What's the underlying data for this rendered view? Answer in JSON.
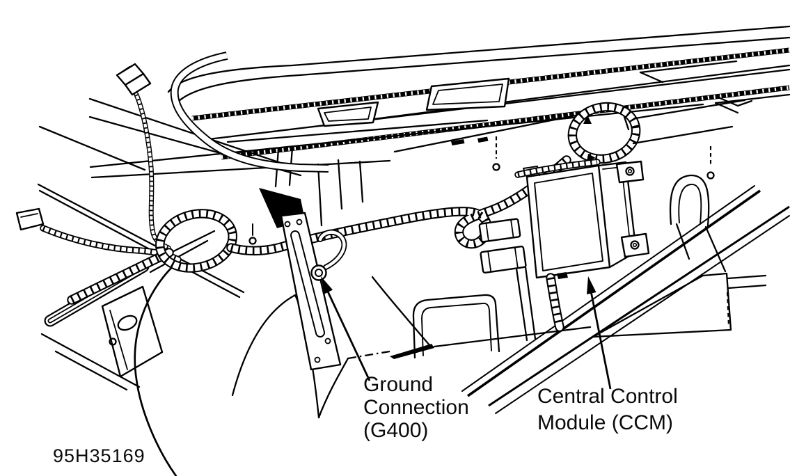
{
  "figure": {
    "kind": "automotive-service-manual-line-illustration",
    "view": "behind instrument panel, passenger side",
    "figure_id": "95H35169"
  },
  "colors": {
    "background": "#ffffff",
    "ink": "#000000"
  },
  "annotations": {
    "ground": {
      "line1": "Ground",
      "line2": "Connection",
      "line3": "(G400)"
    },
    "ccm": {
      "line1": "Central Control",
      "line2": "Module (CCM)"
    },
    "figure_id": "95H35169"
  },
  "parts": [
    "cowl-body-lines",
    "dash-vent-openings",
    "heater-tube",
    "dangling-connector",
    "wiring-harness-loop",
    "wiring-harness-curl",
    "harness-connectors",
    "ground-bracket",
    "ground-bolt",
    "ccm-box",
    "wheel-arch",
    "floor-rails",
    "callout-arrow-ground",
    "callout-arrow-ccm"
  ]
}
